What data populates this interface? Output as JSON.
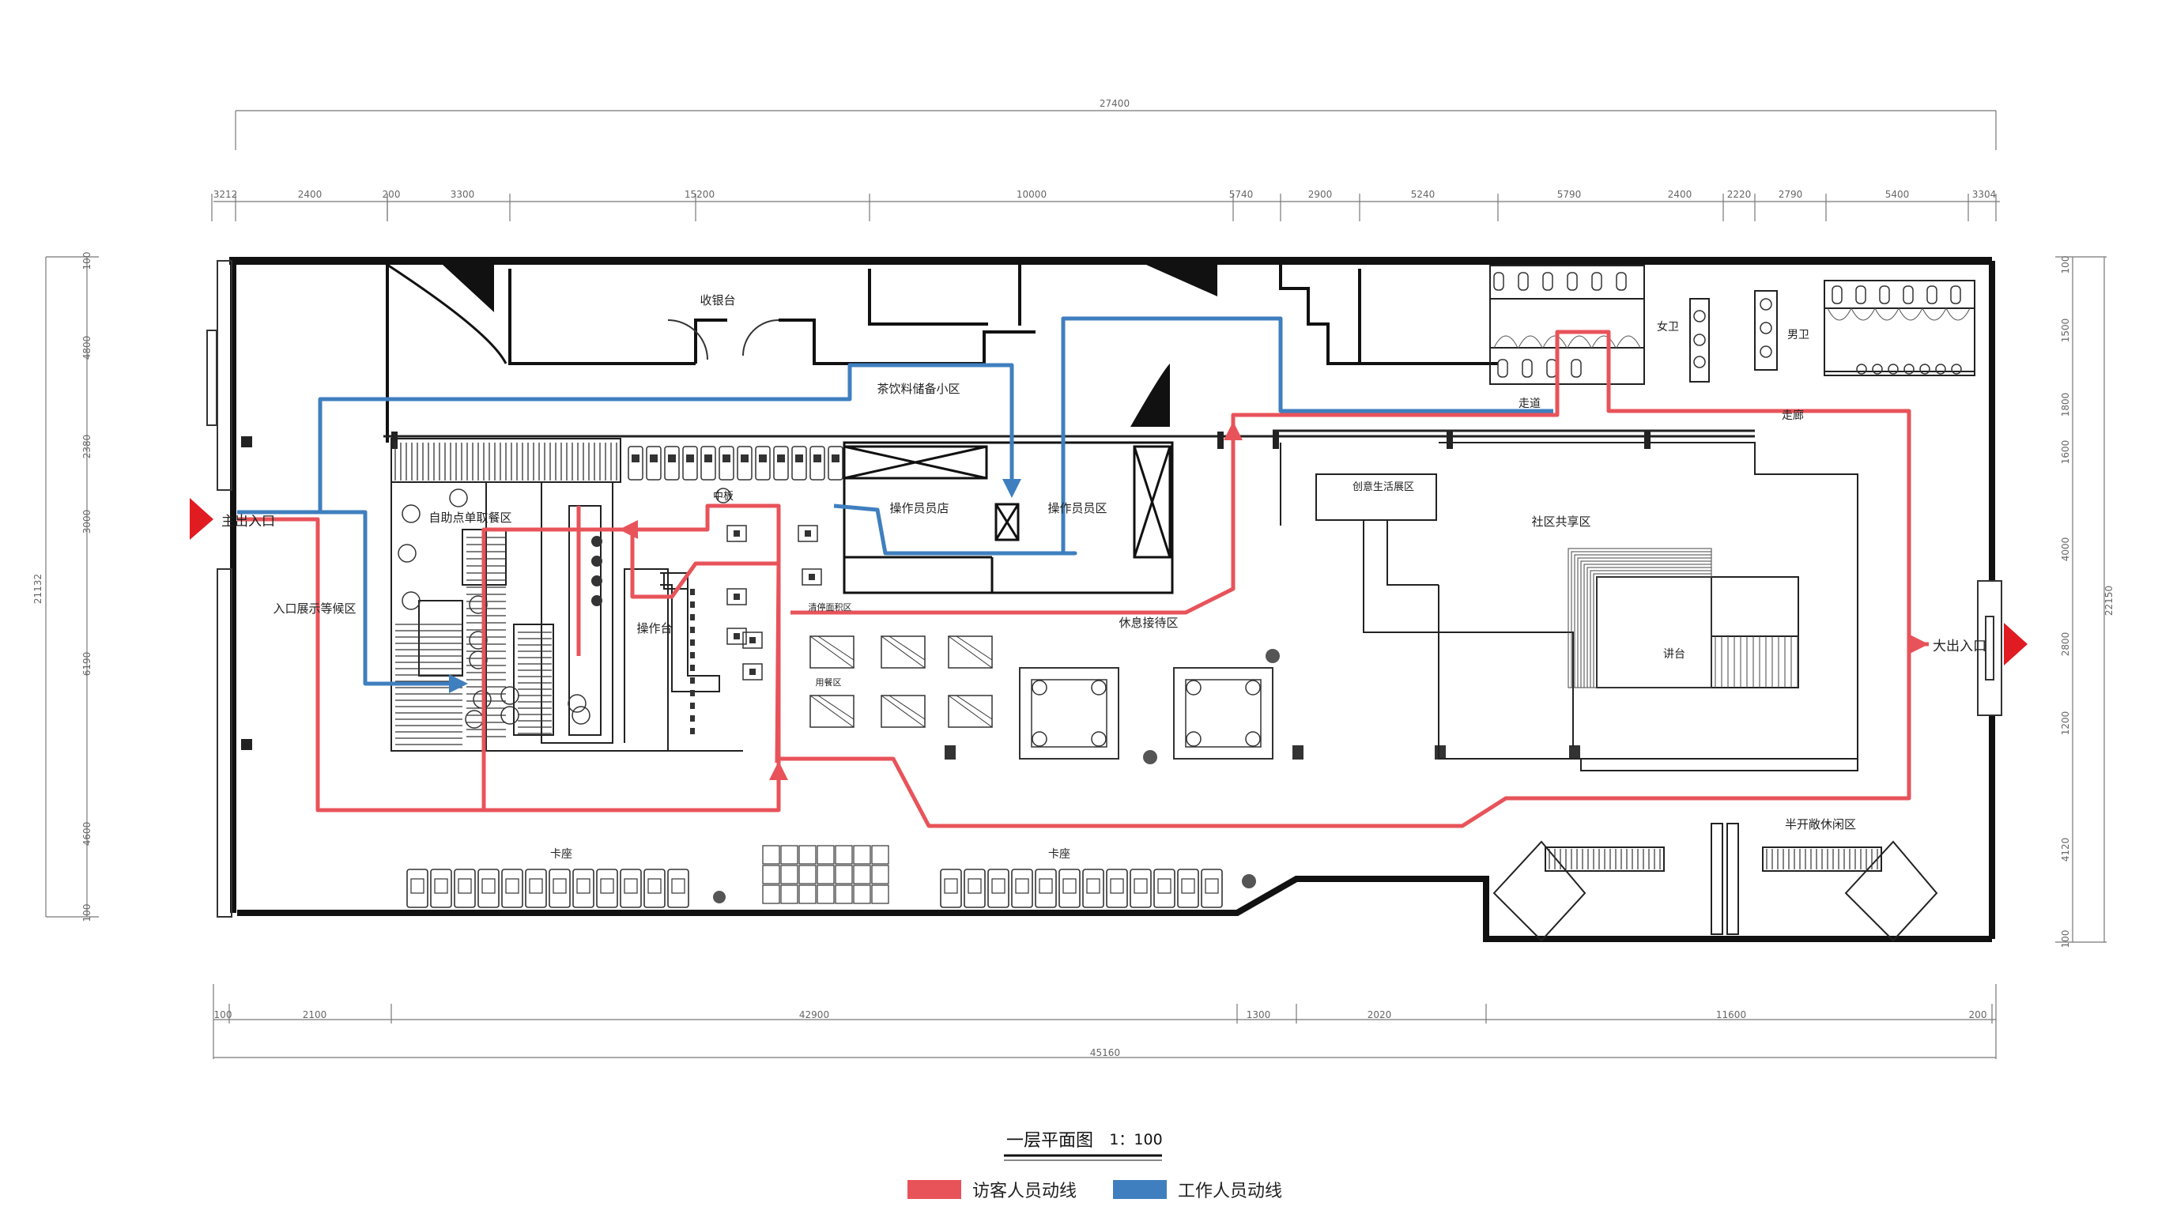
{
  "plan": {
    "title": "一层平面图",
    "scale": "1：100",
    "colors": {
      "visitor": "#e8535a",
      "staff": "#3f7fbf",
      "wall": "#111111",
      "entrance_marker": "#e11b22"
    },
    "labels": {
      "storage": "收银台",
      "tea_station": "茶饮料储备小区",
      "main_entrance": "主出入口",
      "side_entrance": "大出入口",
      "ent_display": "入口展示等候区",
      "self_service": "自助点单取餐区",
      "console": "操作台",
      "staff_ops1": "操作员员店",
      "staff_ops2": "操作员员区",
      "mid_counter": "中板",
      "sub_area": "清停面积区",
      "dining": "用餐区",
      "rest_area": "休息接待区",
      "corridor": "走道",
      "female_wc": "女卫",
      "male_wc": "男卫",
      "lobby": "走廊",
      "display_case": "创意生活展区",
      "community": "社区共享区",
      "stage": "讲台",
      "booth1": "卡座",
      "booth2": "卡座",
      "leisure": "半开敞休闲区"
    },
    "top_dims_total": "27400",
    "top_dims": [
      "3212",
      "2400",
      "200",
      "3300",
      "15200",
      "10000",
      "5740",
      "2900",
      "5240",
      "5790",
      "2400",
      "2220",
      "2790",
      "5400",
      "3304"
    ],
    "bottom_dims": [
      "100",
      "2100",
      "42900",
      "1300",
      "2020",
      "11600",
      "200"
    ],
    "bottom_dims_total": "45160",
    "left_dims": [
      "100",
      "4800",
      "2380",
      "3000",
      "6190",
      "4600",
      "100"
    ],
    "left_total": "21132",
    "right_dims": [
      "100",
      "1500",
      "1800",
      "1600",
      "4000",
      "2800",
      "1200",
      "4120",
      "100"
    ],
    "right_total": "22150",
    "legend": [
      {
        "label": "访客人员动线",
        "color": "#e8535a"
      },
      {
        "label": "工作人员动线",
        "color": "#3f7fbf"
      }
    ]
  }
}
